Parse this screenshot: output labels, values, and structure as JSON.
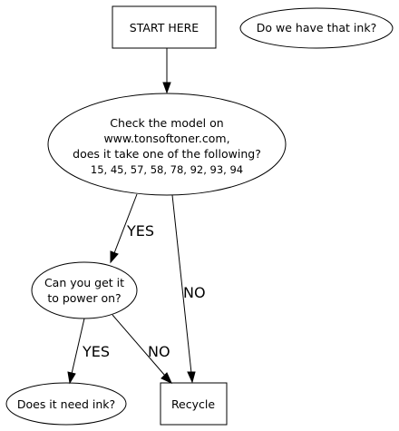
{
  "nodes": {
    "start": {
      "label": "START HERE"
    },
    "ink_question": {
      "label": "Do we have that ink?"
    },
    "check_model": {
      "lines": [
        "Check the model on",
        "www.tonsoftoner.com,",
        "does it take one of the following?",
        "15, 45, 57, 58, 78, 92, 93, 94"
      ]
    },
    "power_on": {
      "lines": [
        "Can you get it",
        "to power on?"
      ]
    },
    "need_ink": {
      "label": "Does it need ink?"
    },
    "recycle": {
      "label": "Recycle"
    }
  },
  "edges": {
    "check_yes": "YES",
    "check_no": "NO",
    "power_yes": "YES",
    "power_no": "NO"
  }
}
